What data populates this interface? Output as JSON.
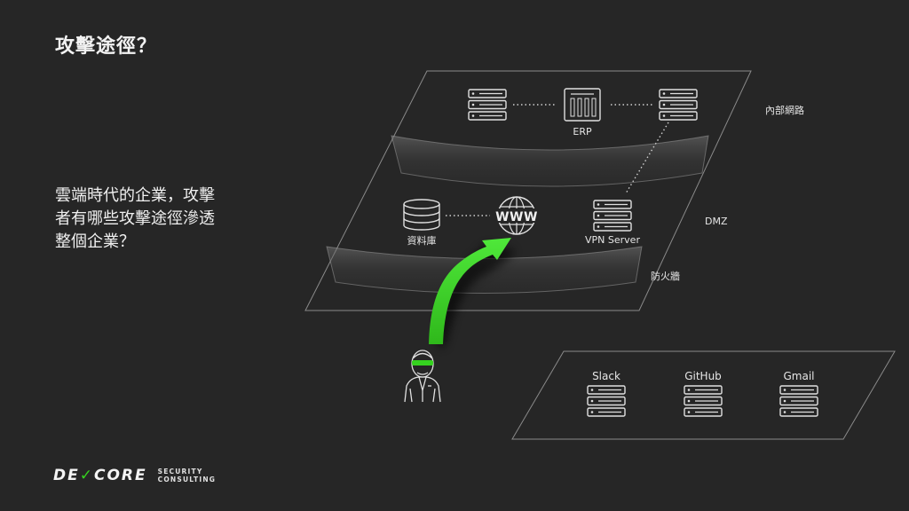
{
  "slide": {
    "title": "攻擊途徑？",
    "body_lines": [
      "雲端時代的企業，攻擊",
      "者有哪些攻擊途徑滲透",
      "整個企業？"
    ]
  },
  "diagram": {
    "zones": {
      "internal": "內部網路",
      "dmz": "DMZ",
      "firewall": "防火牆"
    },
    "nodes": {
      "erp": "ERP",
      "www": "WWW",
      "database": "資料庫",
      "vpn": "VPN Server"
    },
    "cloud_services": [
      "Slack",
      "GitHub",
      "Gmail"
    ]
  },
  "logo": {
    "left": "DE",
    "right": "CORE",
    "line1": "SECURITY",
    "line2": "CONSULTING"
  },
  "colors": {
    "background": "#262626",
    "attack_arrow": "#35d21f",
    "plane_stroke": "#8a8a8a"
  }
}
